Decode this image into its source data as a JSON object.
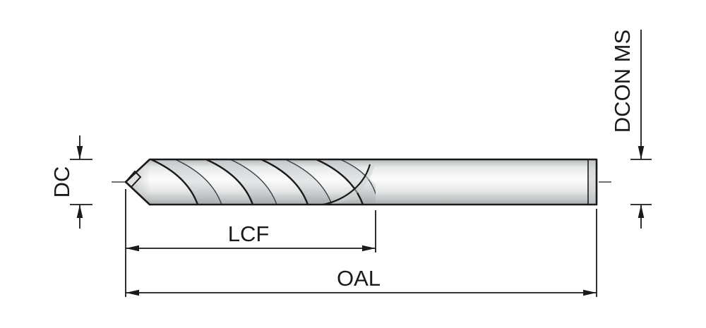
{
  "diagram": {
    "name": "twist-drill-dimension-drawing",
    "labels": {
      "dc": "DC",
      "lcf": "LCF",
      "oal": "OAL",
      "dcon_ms": "DCON MS"
    },
    "colors": {
      "background": "#ffffff",
      "line": "#1a1a1a",
      "metal_light": "#fcfcfc",
      "metal_mid": "#e6e9ea",
      "metal_dark": "#aeb2b4"
    }
  }
}
